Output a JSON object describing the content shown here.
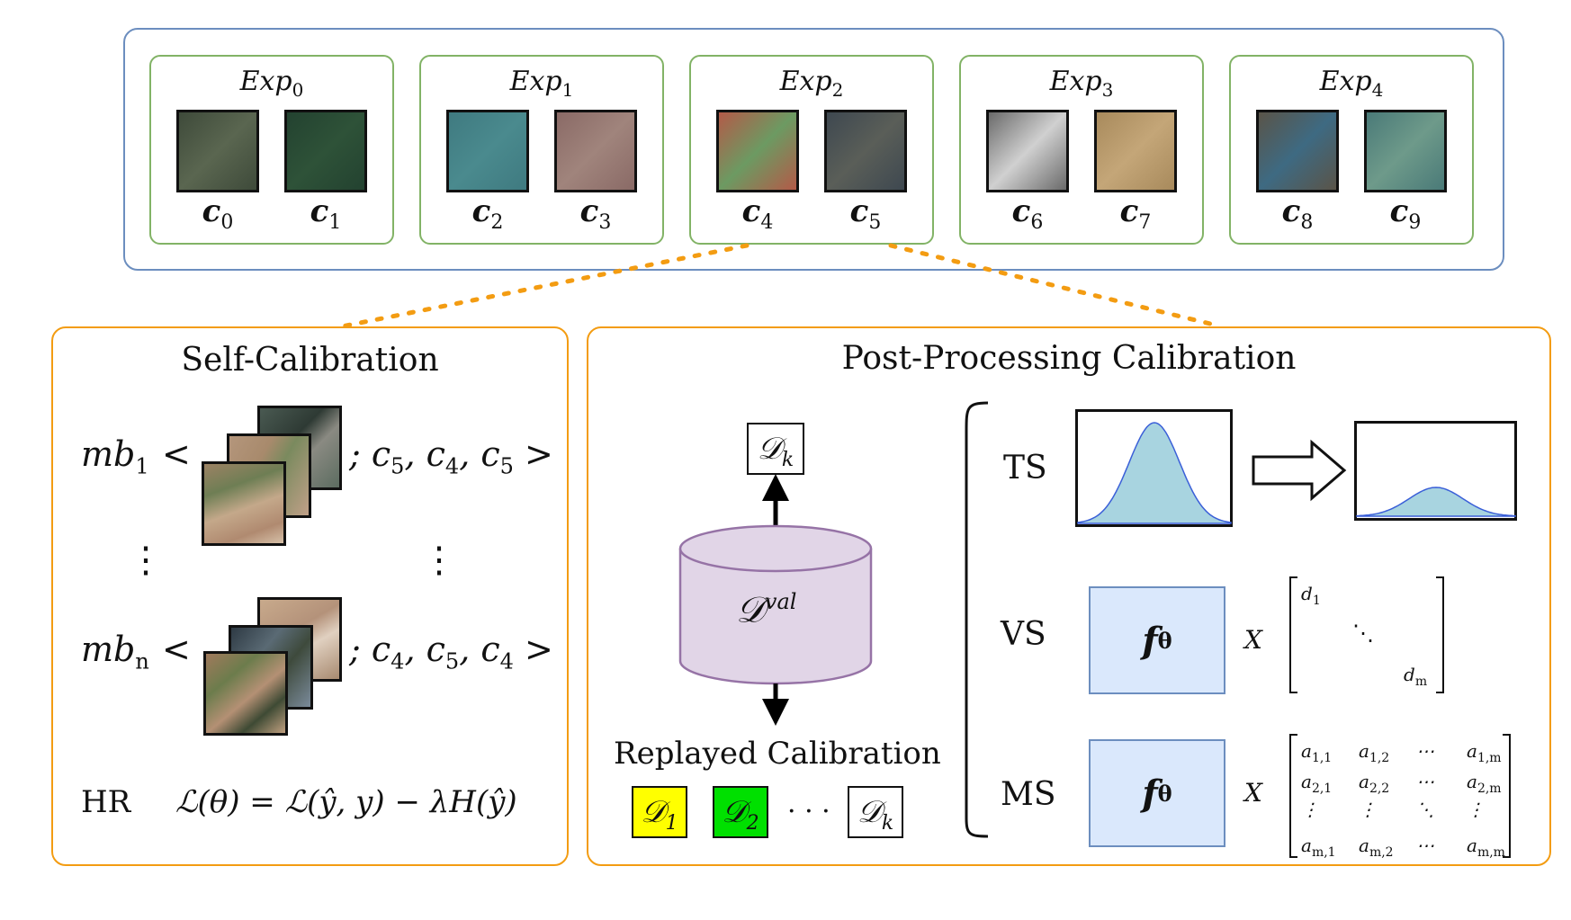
{
  "experiences": [
    {
      "title": "Exp",
      "sub": "0",
      "classes": [
        {
          "label": "c",
          "sub": "0",
          "colors": [
            "#3e4a3a",
            "#5a6650"
          ]
        },
        {
          "label": "c",
          "sub": "1",
          "colors": [
            "#234230",
            "#2e5238"
          ]
        }
      ]
    },
    {
      "title": "Exp",
      "sub": "1",
      "classes": [
        {
          "label": "c",
          "sub": "2",
          "colors": [
            "#3f7a80",
            "#4a8a8e"
          ]
        },
        {
          "label": "c",
          "sub": "3",
          "colors": [
            "#8a6a66",
            "#a0847c"
          ]
        }
      ]
    },
    {
      "title": "Exp",
      "sub": "2",
      "classes": [
        {
          "label": "c",
          "sub": "4",
          "colors": [
            "#b35a48",
            "#6c9a62"
          ]
        },
        {
          "label": "c",
          "sub": "5",
          "colors": [
            "#3e4850",
            "#5a5e58"
          ]
        }
      ]
    },
    {
      "title": "Exp",
      "sub": "3",
      "classes": [
        {
          "label": "c",
          "sub": "6",
          "colors": [
            "#6a6a6a",
            "#d0d0d0"
          ]
        },
        {
          "label": "c",
          "sub": "7",
          "colors": [
            "#a88a5c",
            "#c4a678"
          ]
        }
      ]
    },
    {
      "title": "Exp",
      "sub": "4",
      "classes": [
        {
          "label": "c",
          "sub": "8",
          "colors": [
            "#5a5448",
            "#3e6a82"
          ]
        },
        {
          "label": "c",
          "sub": "9",
          "colors": [
            "#4a7a78",
            "#6e9a8a"
          ]
        }
      ]
    }
  ],
  "self_calibration": {
    "title": "Self-Calibration",
    "row1": {
      "mb": "mb",
      "sub": "1",
      "open": "<",
      "seq": "; c5, c4, c5 >"
    },
    "row2": {
      "mb": "mb",
      "sub": "n",
      "open": "<",
      "seq": "; c4, c5, c4 >"
    },
    "vdots": "⋮",
    "hr_label": "HR",
    "hr_formula": "ℒ(θ) = ℒ(ŷ, y) − λH(ŷ)"
  },
  "post_processing": {
    "title": "Post-Processing Calibration",
    "dk_top": {
      "symbol": "𝒟",
      "sub": "k"
    },
    "dval": {
      "symbol": "𝒟",
      "sup": "val"
    },
    "replayed_label": "Replayed Calibration",
    "replayed": [
      {
        "symbol": "𝒟",
        "sub": "1",
        "color": "#ffff00"
      },
      {
        "symbol": "𝒟",
        "sub": "2",
        "color": "#00e000"
      },
      {
        "symbol": "𝒟",
        "sub": "k",
        "color": "#ffffff"
      }
    ],
    "dots": "· · ·",
    "ts_label": "TS",
    "vs_label": "VS",
    "ms_label": "MS",
    "f_symbol": "f",
    "f_sub": "θ",
    "times": "X",
    "vs_matrix": {
      "d1": "d",
      "d1_sub": "1",
      "ddots": "⋱",
      "dm": "d",
      "dm_sub": "m"
    },
    "ms_matrix": {
      "rows": [
        [
          [
            "a",
            "1,1"
          ],
          [
            "a",
            "1,2"
          ],
          [
            "⋯",
            ""
          ],
          [
            "a",
            "1,m"
          ]
        ],
        [
          [
            "a",
            "2,1"
          ],
          [
            "a",
            "2,2"
          ],
          [
            "⋯",
            ""
          ],
          [
            "a",
            "2,m"
          ]
        ],
        [
          [
            "⋮",
            ""
          ],
          [
            "⋮",
            ""
          ],
          [
            "⋱",
            ""
          ],
          [
            "⋮",
            ""
          ]
        ],
        [
          [
            "a",
            "m,1"
          ],
          [
            "a",
            "m,2"
          ],
          [
            "⋯",
            ""
          ],
          [
            "a",
            "m,m"
          ]
        ]
      ]
    }
  },
  "colors": {
    "outer_border": "#6c8ebf",
    "exp_border": "#82b366",
    "panel_border": "#f39c12",
    "cylinder_fill": "#e1d5e7",
    "cylinder_stroke": "#9673a6",
    "curve_fill": "#a8d4e0",
    "curve_stroke": "#3a5fd8",
    "fbox_fill": "#dae8fc"
  }
}
